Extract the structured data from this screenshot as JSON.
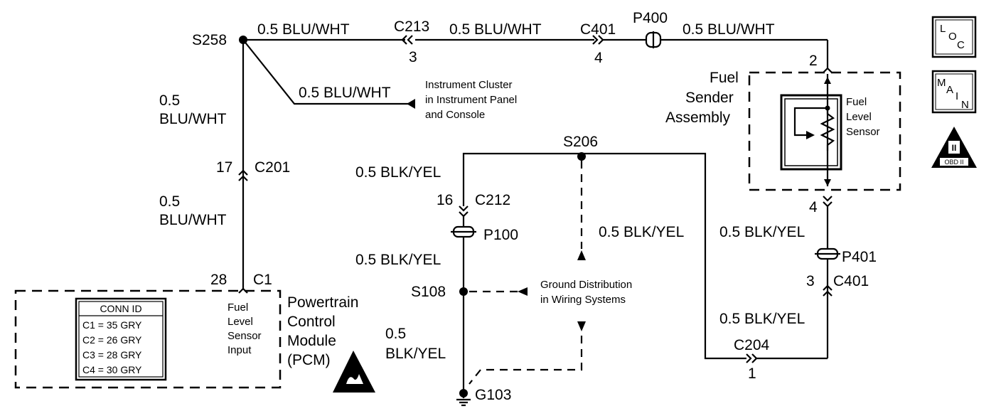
{
  "splices": {
    "s258": "S258",
    "s206": "S206",
    "s108": "S108"
  },
  "wires": {
    "top_left": "0.5 BLU/WHT",
    "top_mid": "0.5 BLU/WHT",
    "top_right": "0.5 BLU/WHT",
    "to_cluster": "0.5 BLU/WHT",
    "left_upper_size": "0.5",
    "left_upper_color": "BLU/WHT",
    "left_lower_size": "0.5",
    "left_lower_color": "BLU/WHT",
    "mid_top": "0.5 BLK/YEL",
    "mid_mid": "0.5 BLK/YEL",
    "mid_low_size": "0.5",
    "mid_low_color": "BLK/YEL",
    "center_right": "0.5 BLK/YEL",
    "right_upper": "0.5 BLK/YEL",
    "right_lower": "0.5 BLK/YEL"
  },
  "connectors": {
    "c213": "C213",
    "c213_pin": "3",
    "c401_top": "C401",
    "c401_top_pin": "4",
    "p400": "P400",
    "c201": "C201",
    "c201_pin": "17",
    "c1": "C1",
    "c1_pin": "28",
    "c212": "C212",
    "c212_pin": "16",
    "p100": "P100",
    "g103": "G103",
    "c204": "C204",
    "c204_pin": "1",
    "p401": "P401",
    "c401_right": "C401",
    "c401_right_pin": "3",
    "sender_top_pin": "2",
    "sender_bottom_pin": "4"
  },
  "cluster": {
    "line1": "Instrument Cluster",
    "line2": "in Instrument Panel",
    "line3": "and Console"
  },
  "ground_ref": {
    "line1": "Ground Distribution",
    "line2": "in Wiring Systems"
  },
  "fuel_sender": {
    "line1": "Fuel",
    "line2": "Sender",
    "line3": "Assembly",
    "sensor_line1": "Fuel",
    "sensor_line2": "Level",
    "sensor_line3": "Sensor"
  },
  "pcm": {
    "line1": "Powertrain",
    "line2": "Control",
    "line3": "Module",
    "line4": "(PCM)",
    "input_line1": "Fuel",
    "input_line2": "Level",
    "input_line3": "Sensor",
    "input_line4": "Input",
    "conn_id": {
      "header": "CONN ID",
      "rows": [
        "C1 = 35 GRY",
        "C2 = 26 GRY",
        "C3 = 28 GRY",
        "C4 = 30 GRY"
      ]
    }
  },
  "icons": {
    "loc": {
      "l": "L",
      "o": "O",
      "c": "C"
    },
    "main": {
      "m": "M",
      "a": "A",
      "i": "I",
      "n": "N"
    },
    "obd": {
      "numeral": "II",
      "text": "OBD II"
    }
  }
}
